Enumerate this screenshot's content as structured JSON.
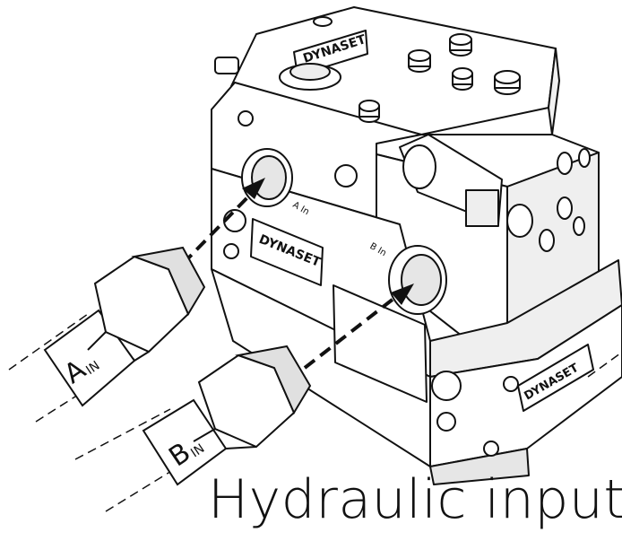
{
  "caption": "Hydraulic input",
  "hoses": [
    {
      "main": "A",
      "sub": "IN"
    },
    {
      "main": "B",
      "sub": "IN"
    }
  ],
  "ports": [
    {
      "main": "A",
      "sub": "IN",
      "printed": "A In"
    },
    {
      "main": "B",
      "sub": "IN",
      "printed": "B In"
    }
  ],
  "brand_plate": "DYNASET",
  "colors": {
    "line": "#111111",
    "face": "#ffffff",
    "shade": "#d9d9d9",
    "arrow": "#111111"
  }
}
